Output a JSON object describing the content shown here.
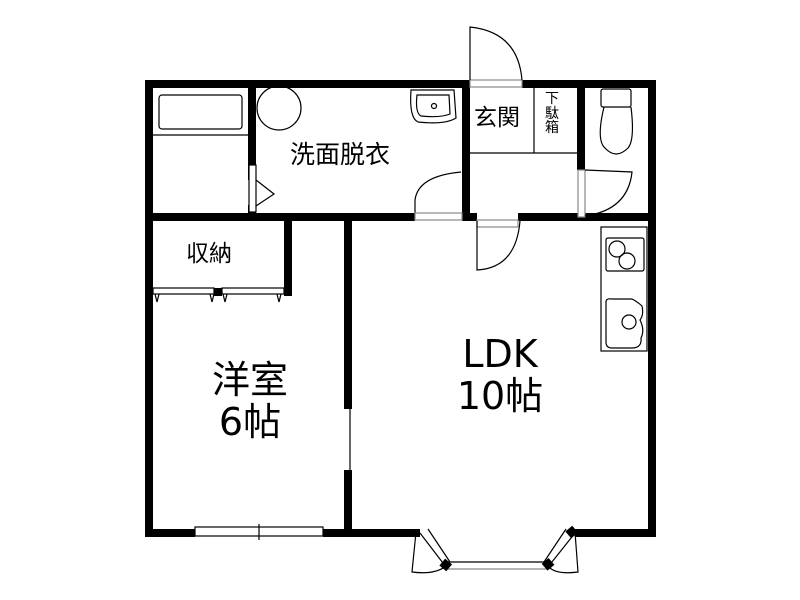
{
  "floorplan": {
    "type": "1LDK",
    "rooms": {
      "washroom": {
        "label": "洗面脱衣"
      },
      "entrance": {
        "label": "玄関"
      },
      "shoe_box": {
        "label": "下\n駄\n箱",
        "chars": [
          "下",
          "駄",
          "箱"
        ]
      },
      "storage": {
        "label": "収納"
      },
      "western_room": {
        "name": "洋室",
        "size": "6帖"
      },
      "ldk": {
        "name": "LDK",
        "size": "10帖"
      }
    },
    "colors": {
      "wall": "#000000",
      "line": "#000000",
      "background": "#ffffff",
      "fixture_fill": "#ffffff",
      "door_sill": "#888888"
    }
  }
}
